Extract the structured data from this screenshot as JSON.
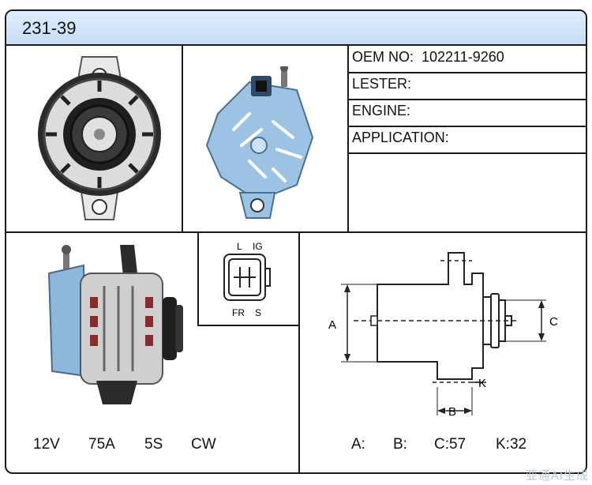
{
  "header": {
    "part_number": "231-39"
  },
  "specs": {
    "oem_label": "OEM NO:",
    "oem_value": "102211-9260",
    "lester_label": "LESTER:",
    "engine_label": "ENGINE:",
    "application_label": "APPLICATION:"
  },
  "connector": {
    "pin_l": "L",
    "pin_ig": "IG",
    "pin_fr": "FR",
    "pin_s": "S"
  },
  "electrical": {
    "voltage": "12V",
    "amperage": "75A",
    "pulley": "5S",
    "rotation": "CW"
  },
  "dimension_labels": {
    "a": "A",
    "b": "B",
    "c": "C",
    "k": "K"
  },
  "dimensions": {
    "a": "A:",
    "b": "B:",
    "c": "C:57",
    "k": "K:32"
  },
  "watermark": "亚通AI生成",
  "colors": {
    "header": "#c5dcf5",
    "border": "#1a1a1a",
    "part_blue": "#8fb7d9"
  }
}
